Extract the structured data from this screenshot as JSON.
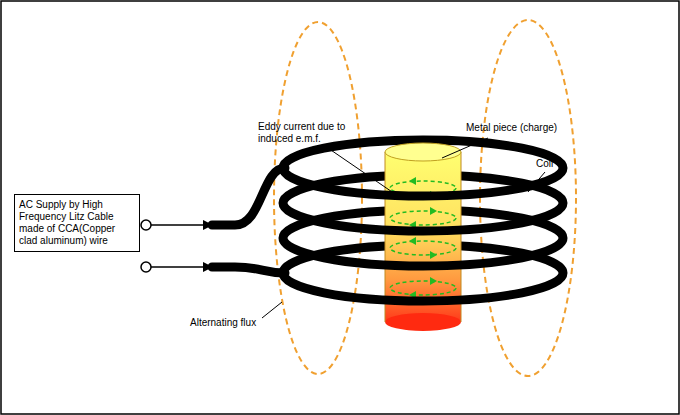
{
  "diagram": {
    "nodes": [
      {
        "text": [
          "AC Supply by High Frequency Litz Cable made of CCA(Copper clad aluminum) wire"
        ]
      }
    ],
    "labels": [
      "Eddy current due to induced e.m.f.",
      "Metal piece (charge)",
      "Coil",
      "Alternating flux"
    ]
  }
}
